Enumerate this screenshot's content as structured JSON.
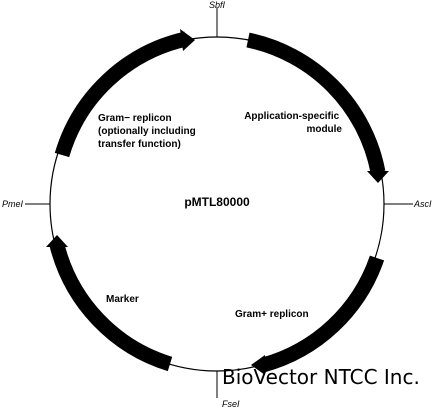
{
  "plasmid": {
    "name": "pMTL80000"
  },
  "restriction_sites": [
    {
      "id": "sbfi",
      "name": "SbfI"
    },
    {
      "id": "asci",
      "name": "AscI"
    },
    {
      "id": "fsei",
      "name": "FseI"
    },
    {
      "id": "pmei",
      "name": "PmeI"
    }
  ],
  "modules": {
    "gram_neg": {
      "lines": [
        "Gram− replicon",
        "(optionally including",
        "transfer function)"
      ]
    },
    "application": {
      "lines": [
        "Application-specific",
        "module"
      ]
    },
    "gram_pos": {
      "lines": [
        "Gram+ replicon"
      ]
    },
    "marker": {
      "lines": [
        "Marker"
      ]
    }
  },
  "watermark": "BioVector NTCC Inc."
}
